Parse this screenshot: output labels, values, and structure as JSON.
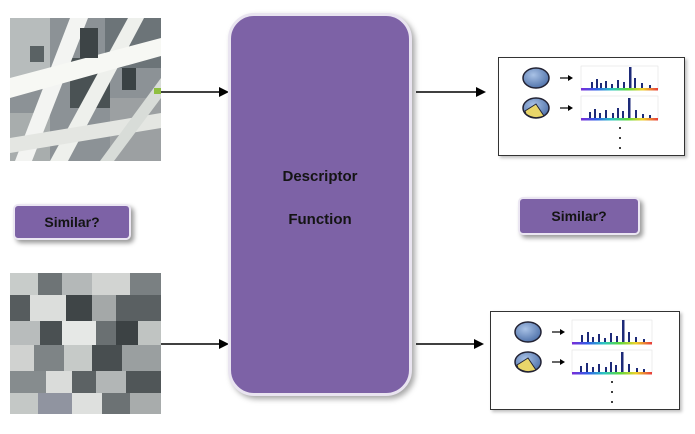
{
  "descriptor": {
    "line1": "Descriptor",
    "line2": "Function"
  },
  "similar_left": "Similar?",
  "similar_right": "Similar?",
  "colors": {
    "box_fill": "#7d62a6",
    "arrow": "#000000",
    "hist_bar": "#1d2a78",
    "blob_blue": "#6d8fbf",
    "blob_yellow": "#e9d66a"
  },
  "icons": [
    "image-patch",
    "arrow-right",
    "blob-icon",
    "histogram",
    "ellipsis-dots"
  ]
}
